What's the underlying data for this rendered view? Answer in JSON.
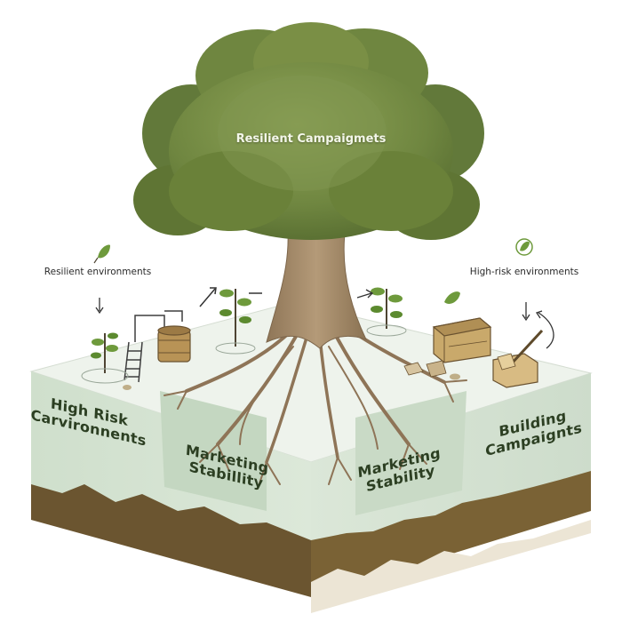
{
  "canopy_label": "Resilient Campaigmets",
  "notes": {
    "left": "Resilient environments",
    "right": "High-risk environments"
  },
  "faces": {
    "high_risk": "High Risk Carvironnents",
    "marketing_left": "Marketing Stabillity",
    "marketing_right": "Marketing Stability",
    "building": "Building Campaignts"
  },
  "colors": {
    "canopy": "#7a8f45",
    "canopy_dark": "#5f7534",
    "trunk": "#a78d6c",
    "roots": "#8e7457",
    "block_face": "#d9e6d6",
    "block_top": "#eef3ec",
    "soil": "#6b5530",
    "leaf": "#6e9a3c"
  }
}
